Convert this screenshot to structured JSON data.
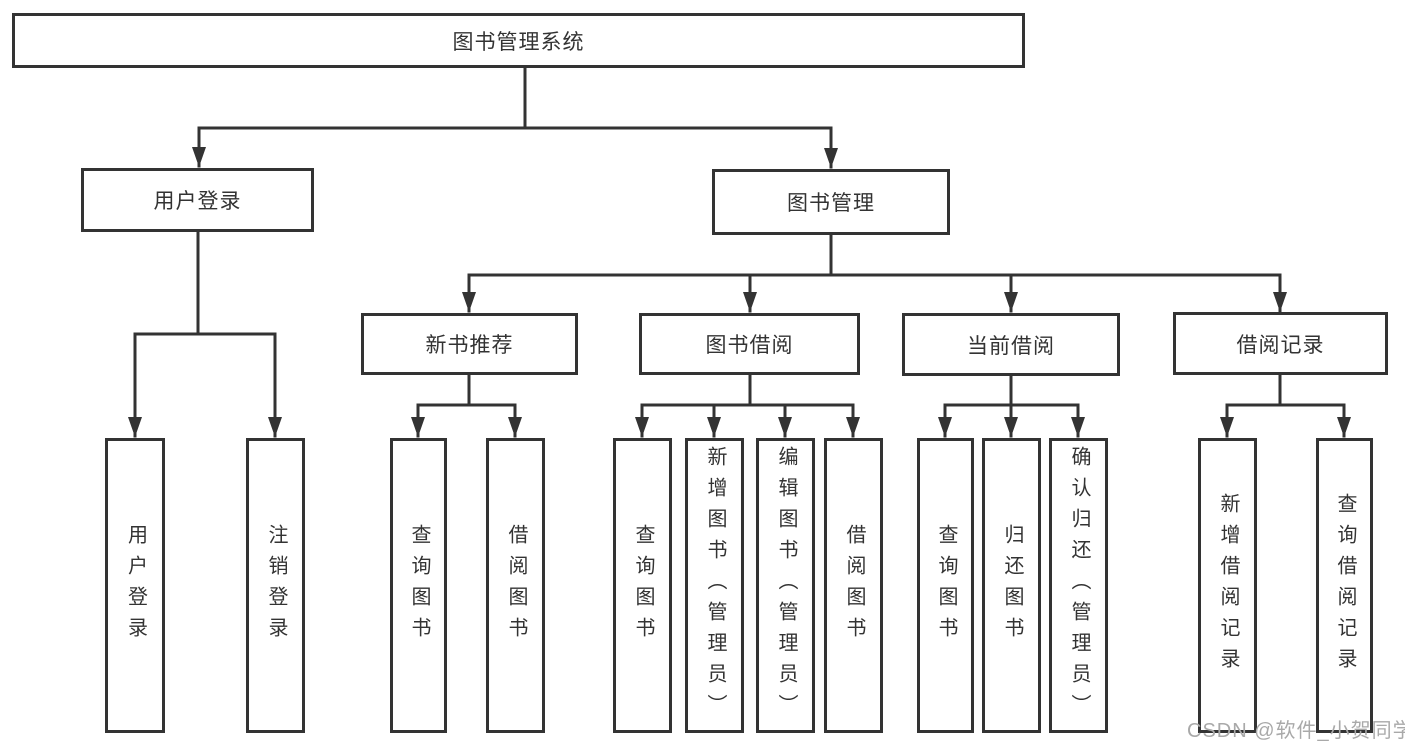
{
  "diagram": {
    "title_note": "functional structure diagram",
    "colors": {
      "line": "#333333",
      "box_border": "#333333",
      "box_fill": "#ffffff",
      "text": "#333333",
      "watermark": "#a9a9a9"
    },
    "root": {
      "label": "图书管理系统"
    },
    "branches": {
      "user_login": {
        "label": "用户登录"
      },
      "book_mgmt": {
        "label": "图书管理"
      }
    },
    "modules": {
      "new_book_rec": {
        "label": "新书推荐"
      },
      "book_borrow": {
        "label": "图书借阅"
      },
      "current_borrow": {
        "label": "当前借阅"
      },
      "borrow_record": {
        "label": "借阅记录"
      }
    },
    "leaves": {
      "ul_login": {
        "label": "用户登录"
      },
      "ul_logout": {
        "label": "注销登录"
      },
      "nbr_query": {
        "label": "查询图书"
      },
      "nbr_borrow": {
        "label": "借阅图书"
      },
      "bb_query": {
        "label": "查询图书"
      },
      "bb_add": {
        "label": "新增图书（管理员）"
      },
      "bb_edit": {
        "label": "编辑图书（管理员）"
      },
      "bb_borrow": {
        "label": "借阅图书"
      },
      "cb_query": {
        "label": "查询图书"
      },
      "cb_return": {
        "label": "归还图书"
      },
      "cb_confirm": {
        "label": "确认归还（管理员）"
      },
      "br_add": {
        "label": "新增借阅记录"
      },
      "br_query": {
        "label": "查询借阅记录"
      }
    }
  },
  "watermark": {
    "text": "CSDN @软件_小贺同学"
  }
}
